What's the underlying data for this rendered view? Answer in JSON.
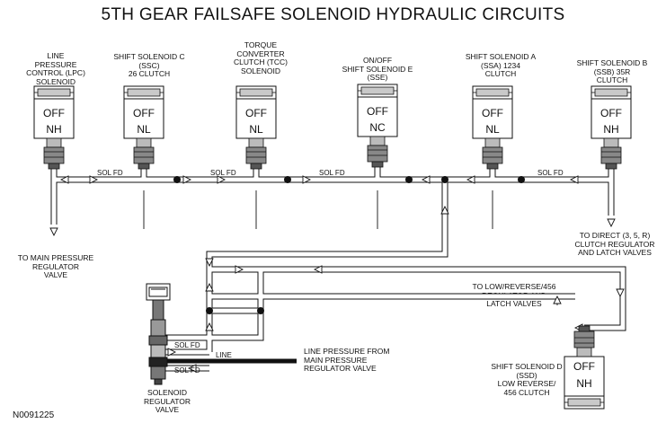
{
  "title": "5TH GEAR FAILSAFE SOLENOID HYDRAULIC CIRCUITS",
  "figure_code": "N0091225",
  "solenoids": {
    "lpc": {
      "label": "LINE\nPRESSURE\nCONTROL (LPC)\nSOLENOID",
      "state": "OFF",
      "type": "NH"
    },
    "ssc": {
      "label": "SHIFT SOLENOID C\n(SSC)\n26 CLUTCH",
      "state": "OFF",
      "type": "NL"
    },
    "tcc": {
      "label": "TORQUE\nCONVERTER\nCLUTCH (TCC)\nSOLENOID",
      "state": "OFF",
      "type": "NL"
    },
    "sse": {
      "label": "ON/OFF\nSHIFT SOLENOID E\n(SSE)",
      "state": "OFF",
      "type": "NC"
    },
    "ssa": {
      "label": "SHIFT SOLENOID A\n(SSA) 1234\nCLUTCH",
      "state": "OFF",
      "type": "NL"
    },
    "ssb": {
      "label": "SHIFT SOLENOID B\n(SSB) 35R\nCLUTCH",
      "state": "OFF",
      "type": "NH"
    },
    "ssd": {
      "label": "SHIFT SOLENOID D\n(SSD)\nLOW REVERSE/\n456 CLUTCH",
      "state": "OFF",
      "type": "NH"
    }
  },
  "circuits": {
    "sol_fd": "SOL FD",
    "line": "LINE"
  },
  "callouts": {
    "main_pressure": "TO MAIN PRESSURE\nREGULATOR\nVALVE",
    "direct_clutch": "TO DIRECT (3, 5, R)\nCLUTCH REGULATOR\nAND LATCH VALVES",
    "low_reverse": "TO LOW/REVERSE/456\nREGULATOR AND\nLATCH VALVES",
    "line_pressure": "LINE PRESSURE FROM\nMAIN PRESSURE\nREGULATOR VALVE",
    "solenoid_regulator": "SOLENOID\nREGULATOR\nVALVE"
  }
}
